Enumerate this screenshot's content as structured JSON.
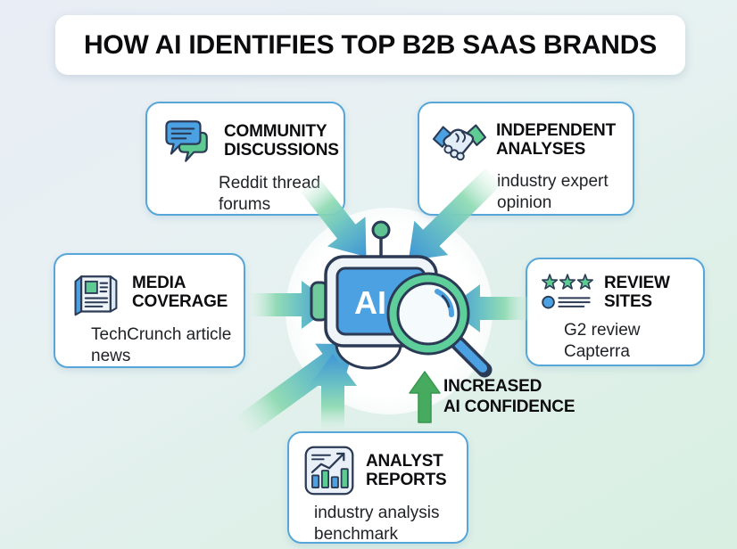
{
  "title": "HOW AI IDENTIFIES TOP B2B SAAS BRANDS",
  "center": {
    "ai_label": "AI",
    "icon": "ai-robot-magnifier-icon"
  },
  "confidence": {
    "line1": "INCREASED",
    "line2": "AI CONFIDENCE",
    "icon": "green-up-arrow-icon",
    "color": "#46ab5e"
  },
  "nodes": [
    {
      "id": "community-discussions",
      "title": "COMMUNITY DISCUSSIONS",
      "subtitle": "Reddit thread forums",
      "icon": "chat-bubbles-icon"
    },
    {
      "id": "independent-analyses",
      "title": "INDEPENDENT ANALYSES",
      "subtitle": "industry expert opinion",
      "icon": "handshake-icon"
    },
    {
      "id": "media-coverage",
      "title": "MEDIA COVERAGE",
      "subtitle": "TechCrunch article news",
      "icon": "newspaper-icon"
    },
    {
      "id": "review-sites",
      "title": "REVIEW SITES",
      "subtitle": "G2 review Capterra",
      "icon": "stars-list-icon"
    },
    {
      "id": "analyst-reports",
      "title": "ANALYST REPORTS",
      "subtitle": "industry analysis benchmark",
      "icon": "bar-chart-trend-icon"
    }
  ],
  "colors": {
    "background_top": "#e9edf5",
    "background_bottom": "#d9efe2",
    "box_border": "#56a6d8",
    "arrow_head_blue": "#3e96d7",
    "arrow_tail_green": "#8bd9b0",
    "accent_blue": "#4ba1e2",
    "accent_green": "#5ecb93",
    "outline_navy": "#2b3a55",
    "confidence_green": "#46ab5e"
  }
}
